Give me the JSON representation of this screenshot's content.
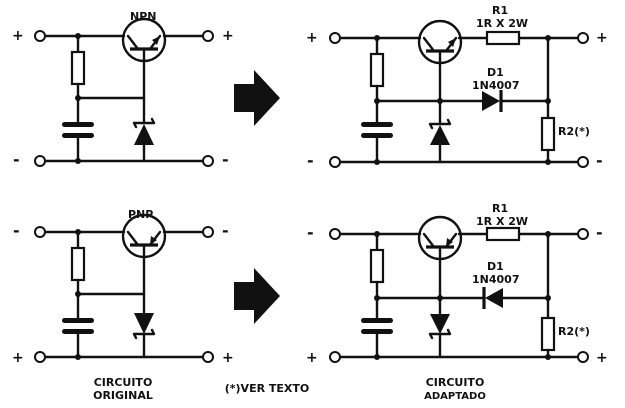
{
  "labels": {
    "npn": "NPN",
    "pnp": "PNP",
    "r1": "R1",
    "r1_value": "1R X 2W",
    "d1": "D1",
    "d1_value": "1N4007",
    "r2": "R2(*)",
    "plus": "+",
    "minus": "-",
    "caption_original_1": "CIRCUITO",
    "caption_original_2": "ORIGINAL",
    "caption_note": "(*)VER TEXTO",
    "caption_adapted_1": "CIRCUITO",
    "caption_adapted_2": "ADAPTADO"
  },
  "colors": {
    "ink": "#111111",
    "paper": "#ffffff"
  }
}
